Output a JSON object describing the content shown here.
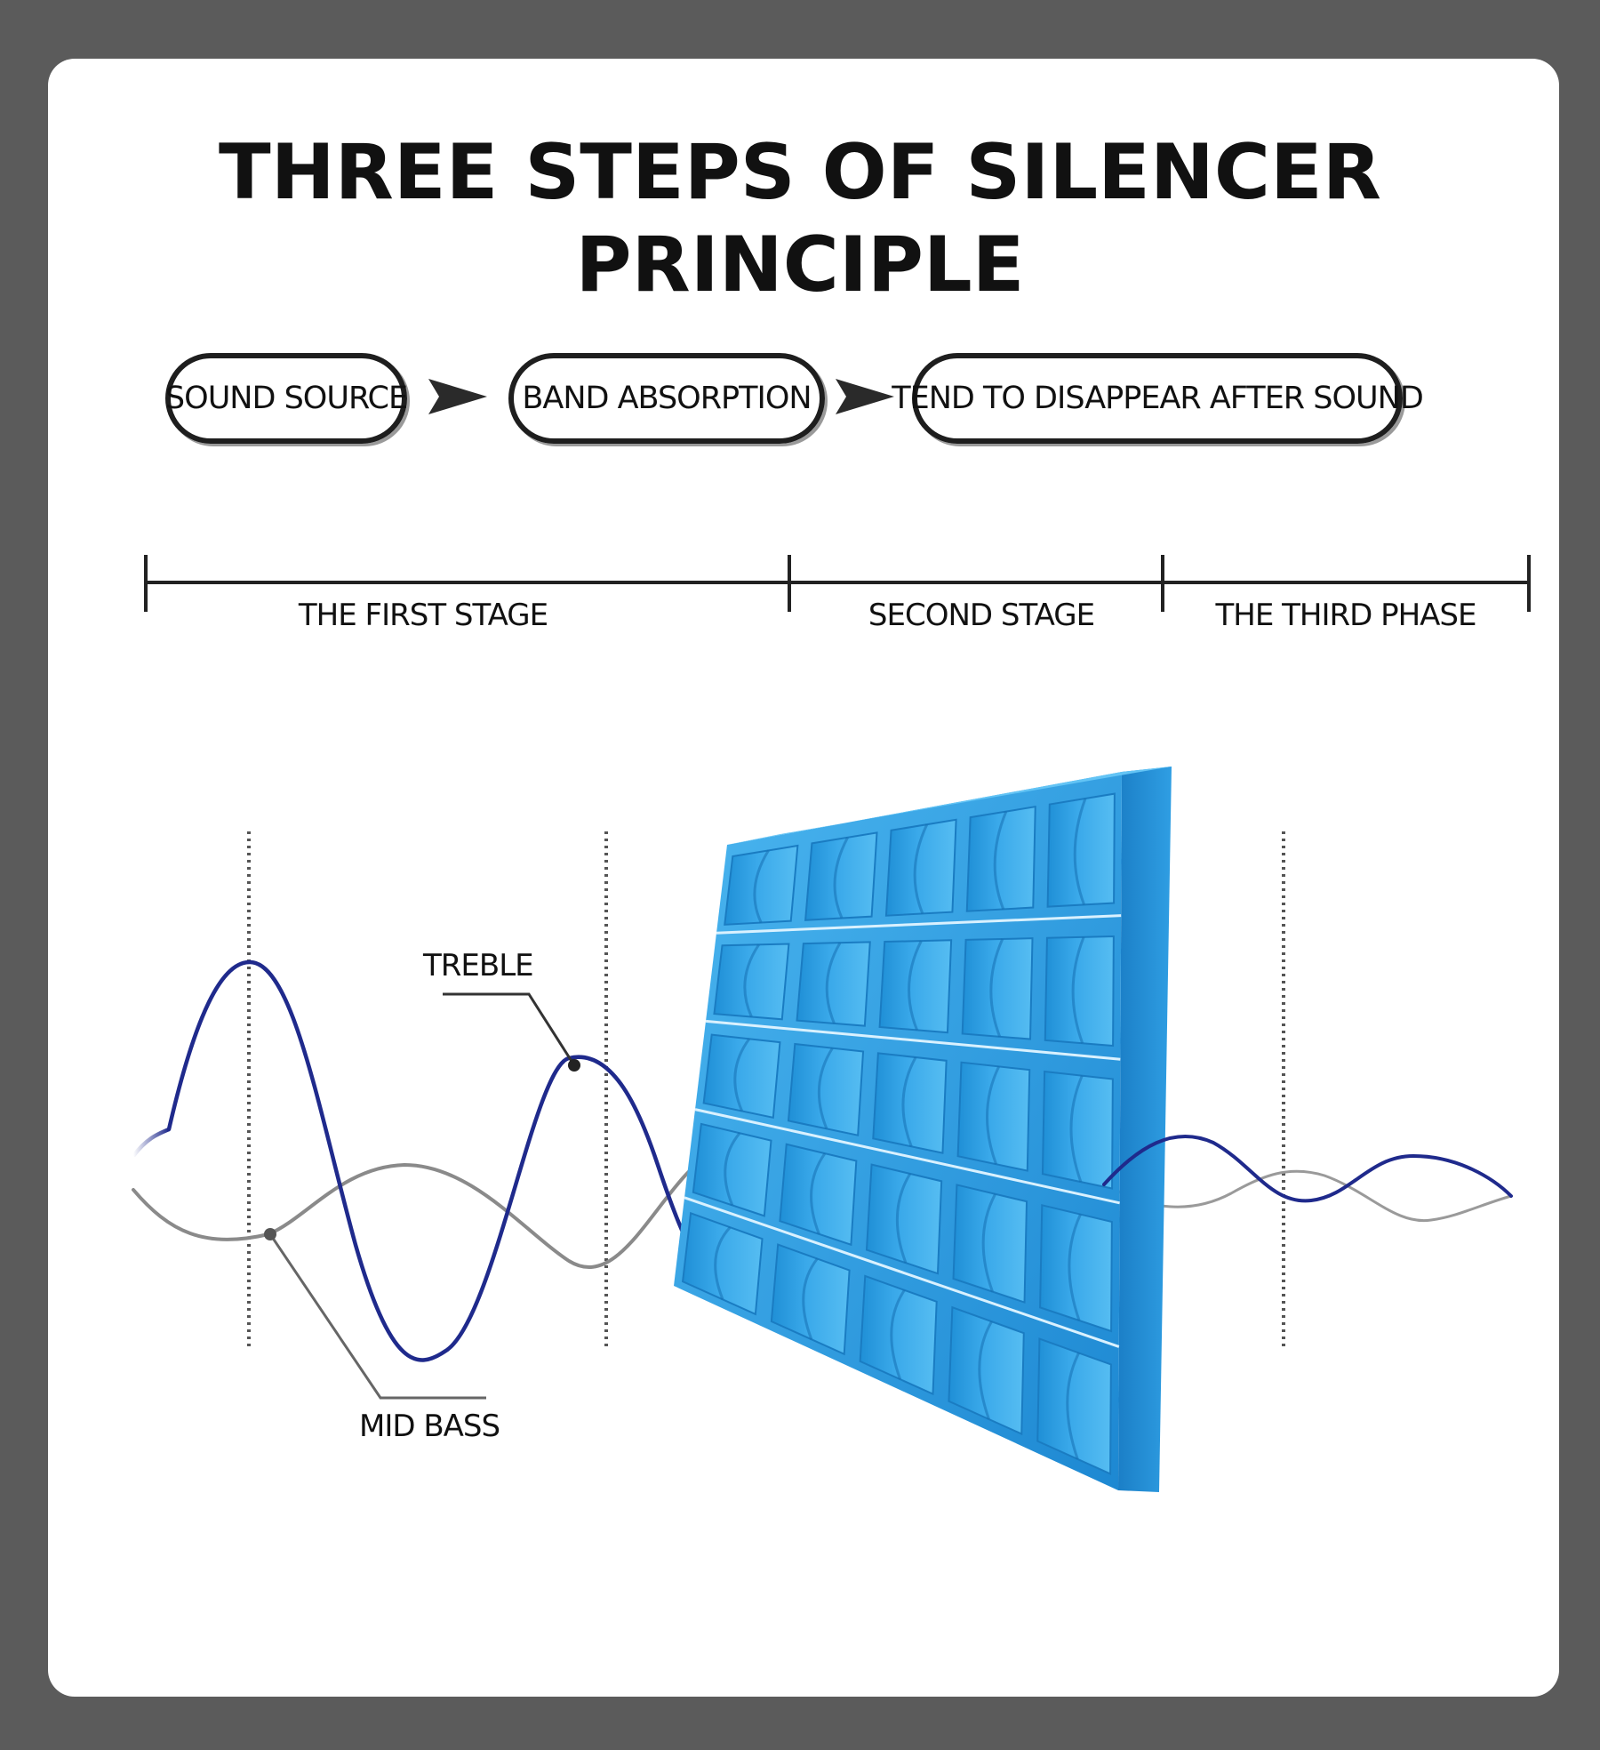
{
  "title": {
    "line1": "THREE STEPS OF SILENCER",
    "line2": "PRINCIPLE"
  },
  "flow": {
    "steps": [
      "SOUND SOURCE",
      "BAND ABSORPTION",
      "TEND TO DISAPPEAR AFTER SOUND"
    ]
  },
  "stages": {
    "labels": [
      "THE FIRST STAGE",
      "SECOND STAGE",
      "THE THIRD PHASE"
    ]
  },
  "waves": {
    "treble_label": "TREBLE",
    "mid_bass_label": "MID BASS"
  },
  "colors": {
    "background": "#5b5b5b",
    "card": "#ffffff",
    "treble_wave": "#1f2a8c",
    "mid_bass_wave": "#8a8a8a",
    "panel": "#2e9ee0"
  },
  "icons": {
    "flow_arrow": "arrow-right-icon",
    "panel": "acoustic-foam-panel"
  }
}
